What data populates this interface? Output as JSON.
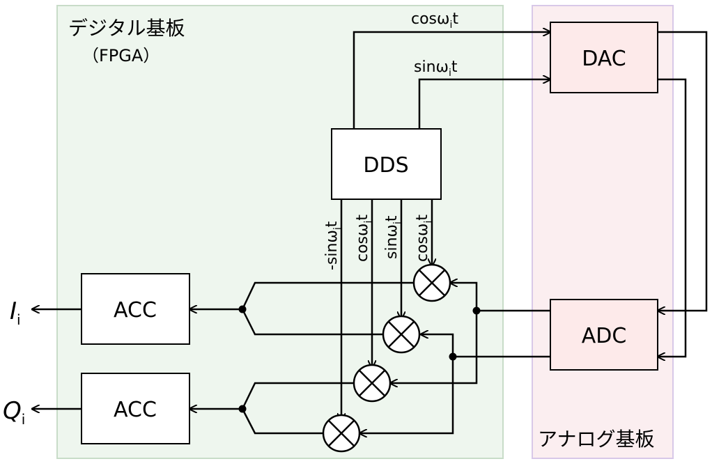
{
  "colors": {
    "digital_board_fill": "#eef6ee",
    "digital_board_stroke": "#c8dcc8",
    "analog_board_fill": "#fbeef0",
    "analog_board_stroke": "#d8c8e8",
    "block_stroke": "#000000"
  },
  "regions": {
    "digital": {
      "title": "デジタル基板",
      "subtitle": "（FPGA）"
    },
    "analog": {
      "title": "アナログ基板"
    }
  },
  "blocks": {
    "dac": "DAC",
    "adc": "ADC",
    "dds": "DDS",
    "acc_i": "ACC",
    "acc_q": "ACC"
  },
  "signals": {
    "cos_top": {
      "text": "cosω",
      "sub": "i",
      "tail": "t"
    },
    "sin_top": {
      "text": "sinω",
      "sub": "i",
      "tail": "t"
    },
    "neg_sin": {
      "text": "-sinω",
      "sub": "i",
      "tail": "t"
    },
    "cos_1": {
      "text": "cosω",
      "sub": "i",
      "tail": "t"
    },
    "sin_1": {
      "text": "sinω",
      "sub": "i",
      "tail": "t"
    },
    "cos_2": {
      "text": "cosω",
      "sub": "i",
      "tail": "t"
    }
  },
  "outputs": {
    "i": {
      "text": "I",
      "sub": "i"
    },
    "q": {
      "text": "Q",
      "sub": "i"
    }
  }
}
